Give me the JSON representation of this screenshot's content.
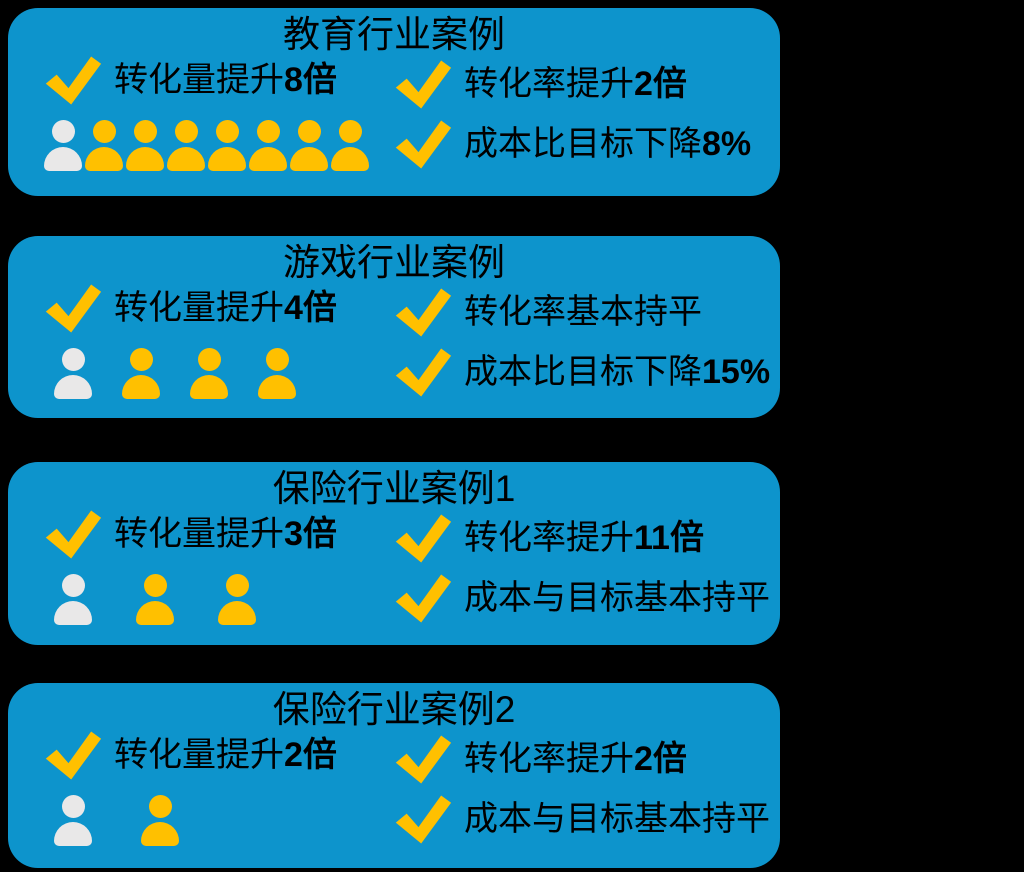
{
  "colors": {
    "background": "#000000",
    "card_blue": "#0D94CC",
    "check_gold": "#FFC000",
    "person_gold": "#FFC000",
    "person_white": "#E9E8E8",
    "text": "#000000"
  },
  "icons": {
    "check": "check-icon",
    "person": "person-icon"
  },
  "cards": [
    {
      "title": "教育行业案例",
      "items": [
        {
          "prefix": "转化量提升",
          "bold": "8倍"
        },
        {
          "prefix": "转化率提升",
          "bold": "2倍"
        },
        {
          "prefix": "成本比目标下降",
          "bold": "8%"
        }
      ],
      "persons": {
        "count": 8,
        "first_white": true
      }
    },
    {
      "title": "游戏行业案例",
      "items": [
        {
          "prefix": "转化量提升",
          "bold": "4倍"
        },
        {
          "prefix": "转化率基本持平",
          "bold": ""
        },
        {
          "prefix": "成本比目标下降",
          "bold": "15%"
        }
      ],
      "persons": {
        "count": 4,
        "first_white": true
      }
    },
    {
      "title": "保险行业案例1",
      "items": [
        {
          "prefix": "转化量提升",
          "bold": "3倍"
        },
        {
          "prefix": "转化率提升",
          "bold": "11倍"
        },
        {
          "prefix": "成本与目标基本持平",
          "bold": ""
        }
      ],
      "persons": {
        "count": 3,
        "first_white": true
      }
    },
    {
      "title": "保险行业案例2",
      "items": [
        {
          "prefix": "转化量提升",
          "bold": "2倍"
        },
        {
          "prefix": "转化率提升",
          "bold": "2倍"
        },
        {
          "prefix": "成本与目标基本持平",
          "bold": ""
        }
      ],
      "persons": {
        "count": 2,
        "first_white": true
      }
    }
  ]
}
